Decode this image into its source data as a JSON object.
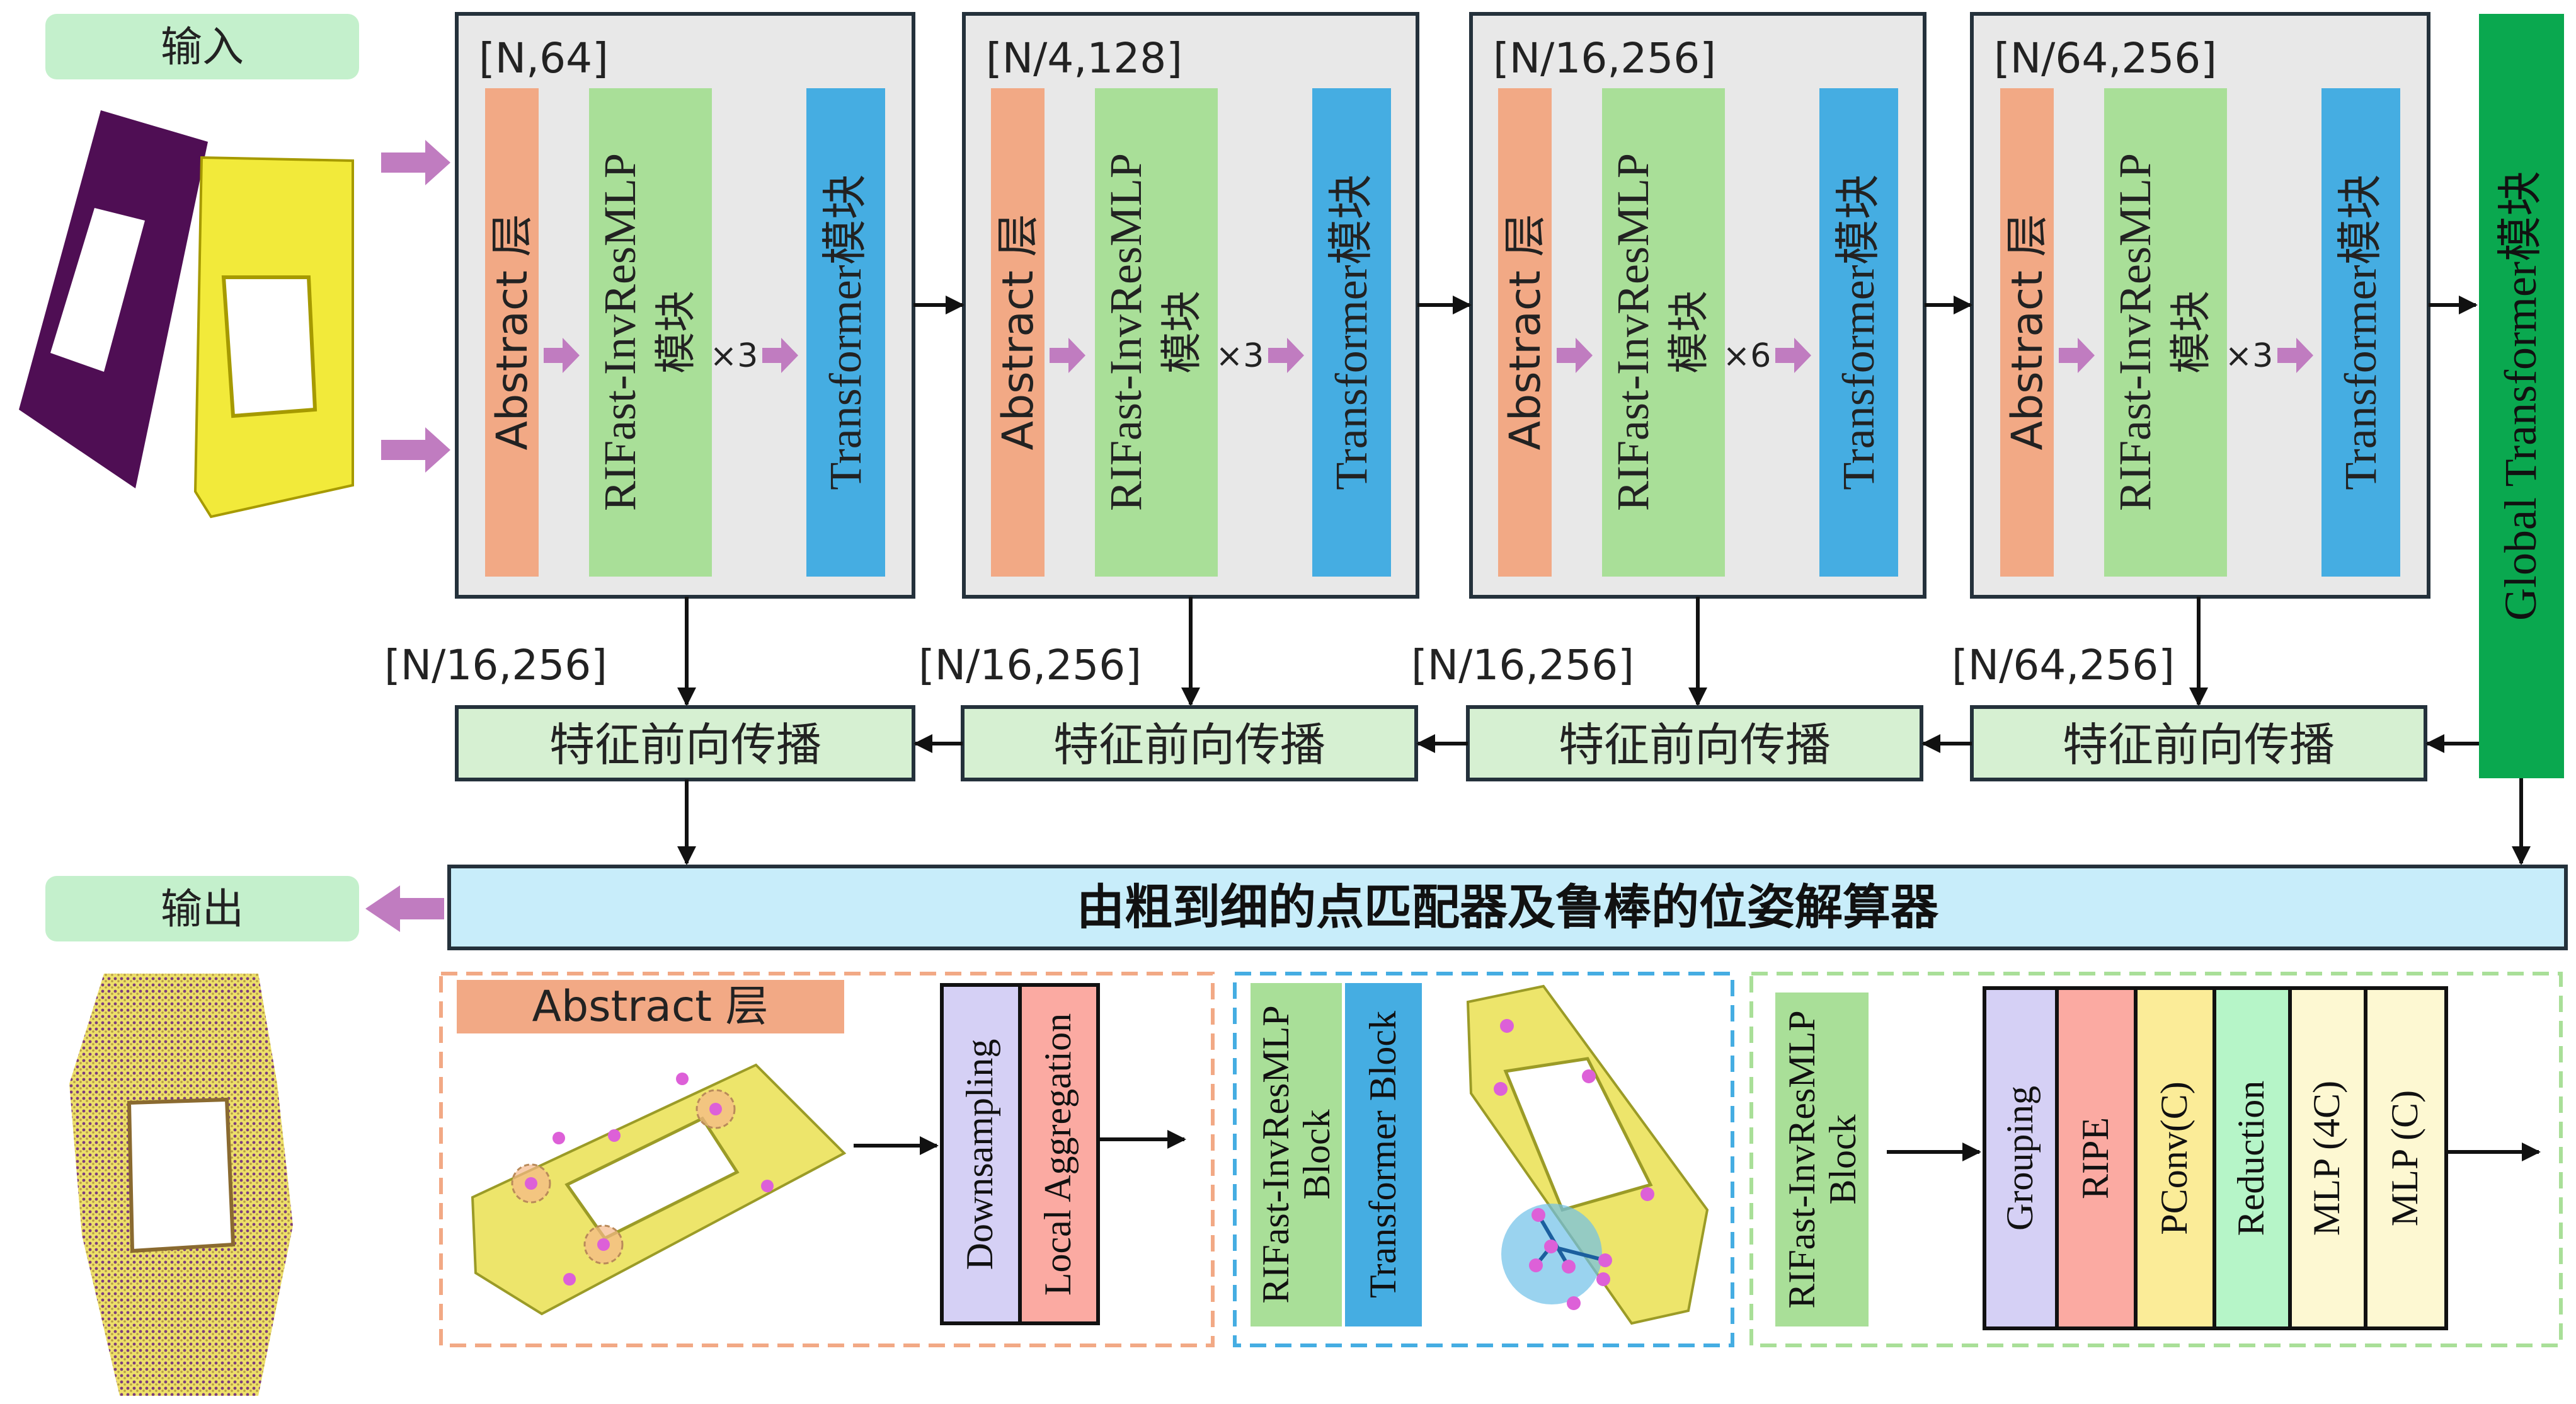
{
  "io": {
    "input_label": "输入",
    "output_label": "输出"
  },
  "stages": [
    {
      "dims": "[N,64]",
      "abstract": "Abstract 层",
      "rifast": "RIFast-InvResMLP",
      "rifast_sub": "模块",
      "repeat": "×3",
      "transformer": "Transformer模块"
    },
    {
      "dims": "[N/4,128]",
      "abstract": "Abstract 层",
      "rifast": "RIFast-InvResMLP",
      "rifast_sub": "模块",
      "repeat": "×3",
      "transformer": "Transformer模块"
    },
    {
      "dims": "[N/16,256]",
      "abstract": "Abstract 层",
      "rifast": "RIFast-InvResMLP",
      "rifast_sub": "模块",
      "repeat": "×6",
      "transformer": "Transformer模块"
    },
    {
      "dims": "[N/64,256]",
      "abstract": "Abstract 层",
      "rifast": "RIFast-InvResMLP",
      "rifast_sub": "模块",
      "repeat": "×3",
      "transformer": "Transformer模块"
    }
  ],
  "global_transformer": "Global  Transformer模块",
  "fp_dims": [
    "[N/16,256]",
    "[N/16,256]",
    "[N/16,256]",
    "[N/64,256]"
  ],
  "fp_label": "特征前向传播",
  "solver_label": "由粗到细的点匹配器及鲁棒的位姿解算器",
  "detail_abstract": {
    "title": "Abstract 层",
    "downsampling": "Downsampling",
    "local_aggregation": "Local Aggregation"
  },
  "detail_blocks": {
    "rifast_line1": "RIFast-InvResMLP",
    "rifast_line2": "Block",
    "transformer_block": "Transformer Block"
  },
  "detail_rifast": {
    "block_line1": "RIFast-InvResMLP",
    "block_line2": "Block",
    "layers": [
      "Grouping",
      "RIPE",
      "PConv(C)",
      "Reduction",
      "MLP (4C)",
      "MLP (C)"
    ]
  },
  "colors": {
    "abstract": "#f2a985",
    "rifast": "#a9df98",
    "transformer": "#45ade2",
    "global": "#0aa84f",
    "fp": "#d6f0d2",
    "solver": "#c8edfa",
    "io": "#c4f0cc",
    "stage_bg": "#e8e8e8",
    "arrow_purple": "#c07cc0",
    "grouping": "#d5d0f5",
    "ripe": "#fbaaa2",
    "pconv": "#fbec98",
    "reduction": "#b6f5c8",
    "mlp": "#fdf8d2"
  }
}
